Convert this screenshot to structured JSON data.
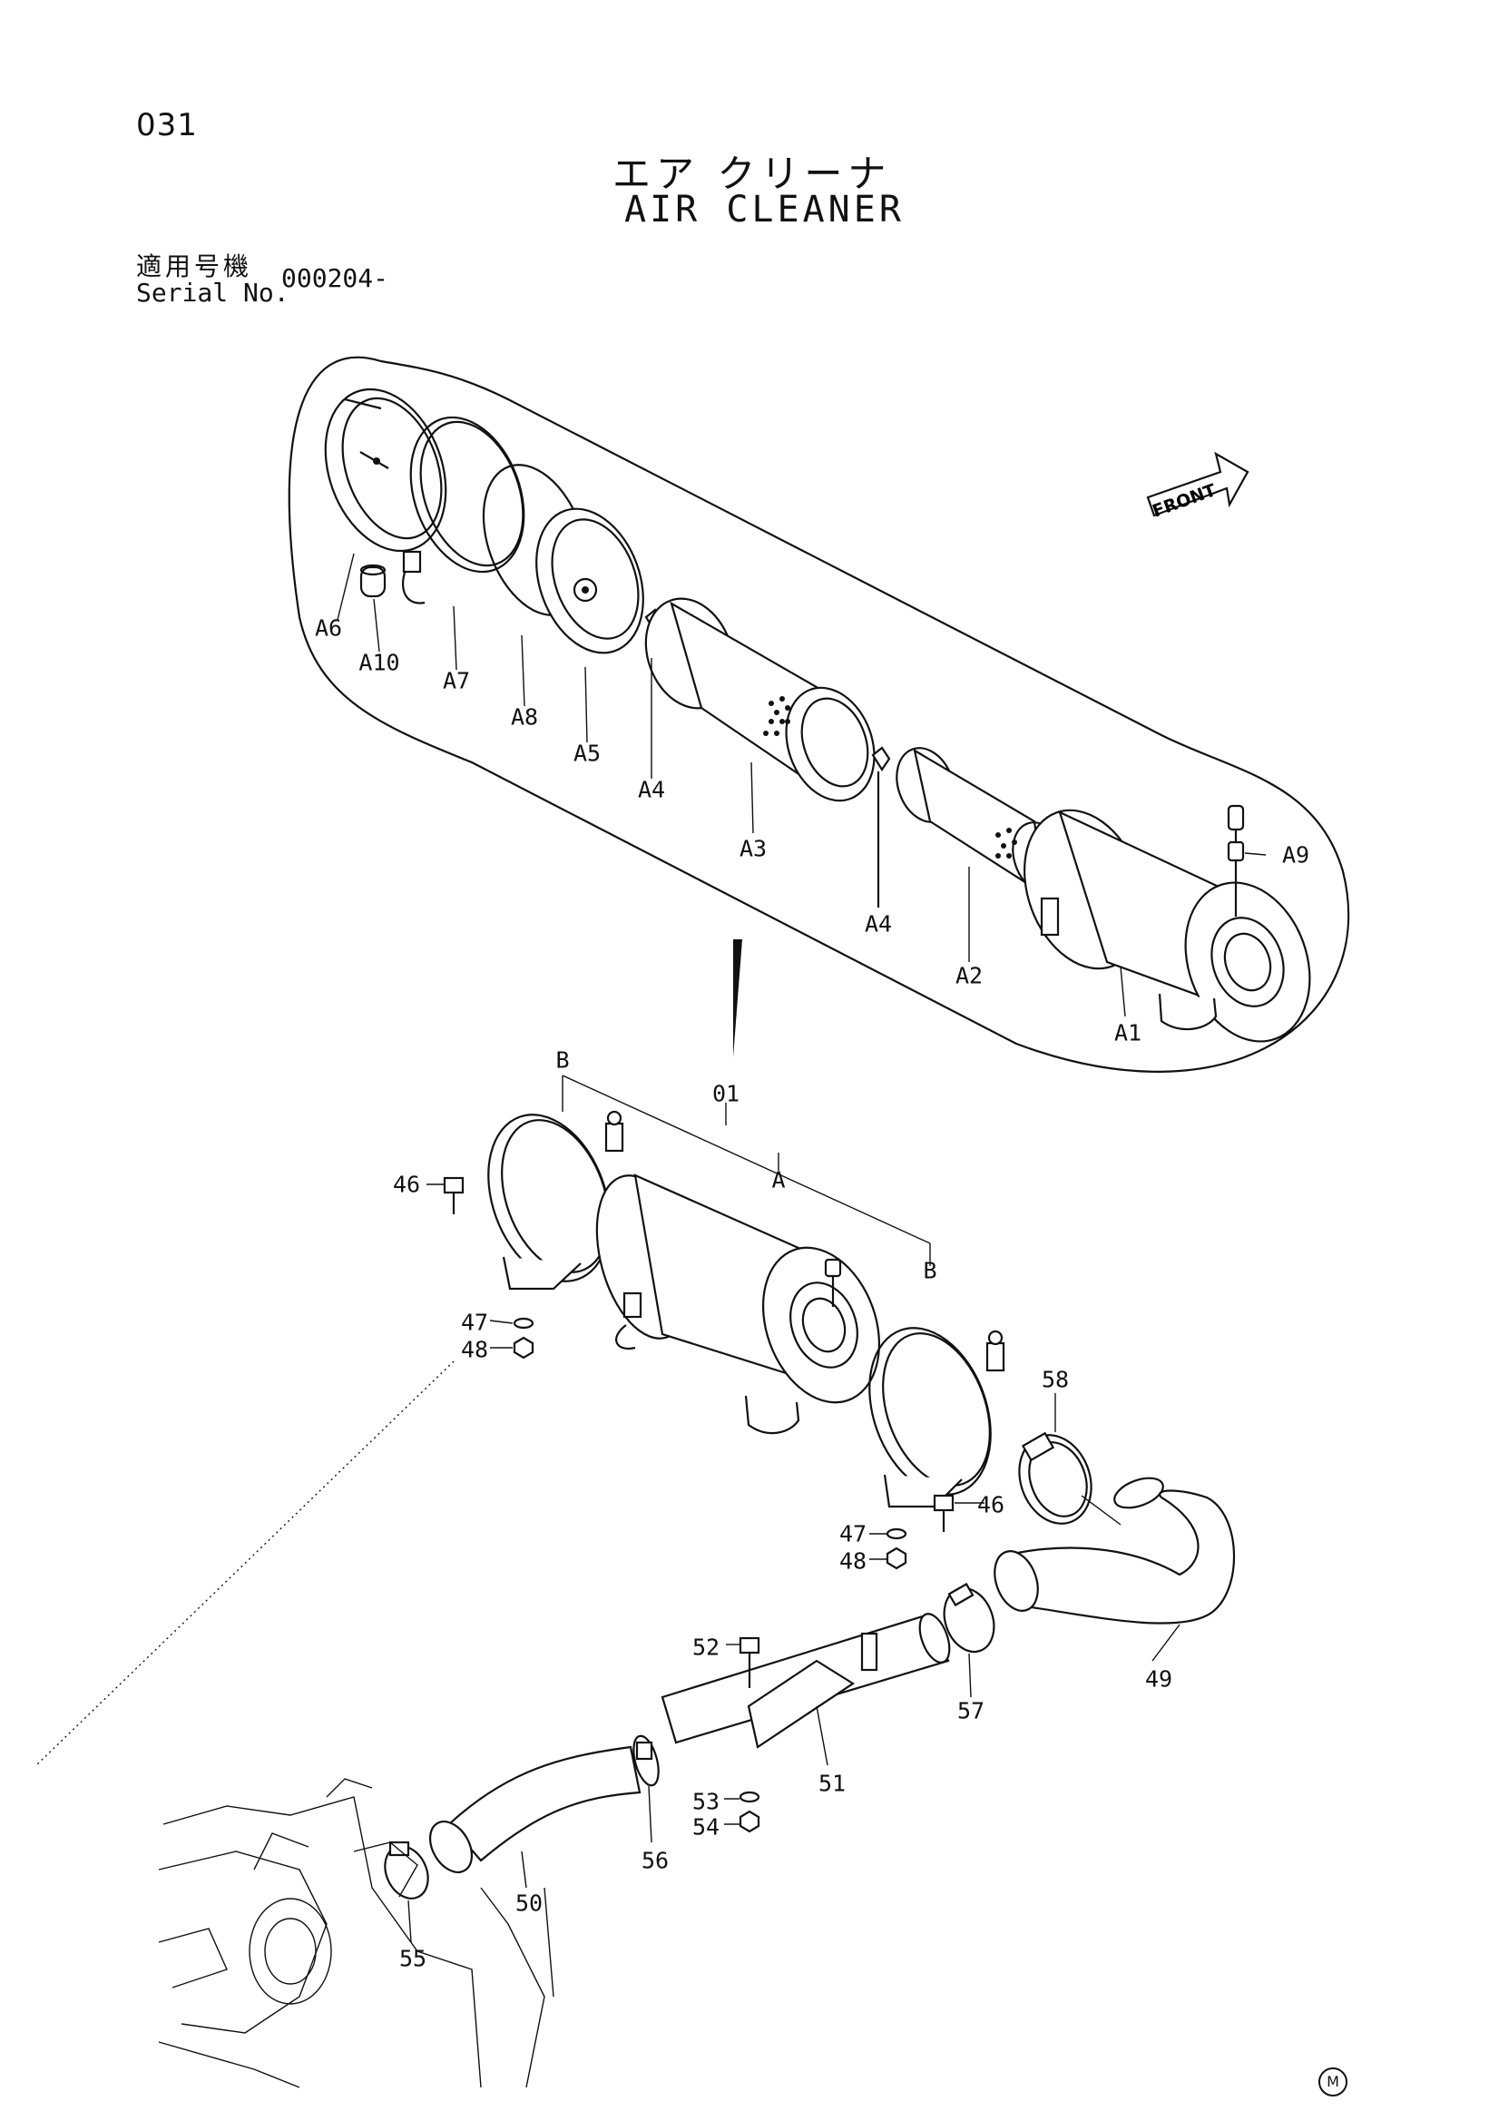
{
  "header": {
    "page_number": "031",
    "title_jp": "エア クリーナ",
    "title_en": "AIR CLEANER"
  },
  "serial": {
    "label_jp": "適用号機",
    "label_en": "Serial No.",
    "value": "000204-"
  },
  "front_label": "FRONT",
  "callouts": {
    "a1": "A1",
    "a2": "A2",
    "a3": "A3",
    "a4_upper": "A4",
    "a4_lower": "A4",
    "a5": "A5",
    "a6": "A6",
    "a7": "A7",
    "a8": "A8",
    "a9": "A9",
    "a10": "A10",
    "p01": "01",
    "b_left": "B",
    "a_center": "A",
    "b_right": "B",
    "p46_left": "46",
    "p47_left": "47",
    "p48_left": "48",
    "p58": "58",
    "p46_right": "46",
    "p47_right": "47",
    "p48_right": "48",
    "p49": "49",
    "p57": "57",
    "p52": "52",
    "p51": "51",
    "p53": "53",
    "p54": "54",
    "p56": "56",
    "p50": "50",
    "p55": "55"
  },
  "footer_mark": "M"
}
